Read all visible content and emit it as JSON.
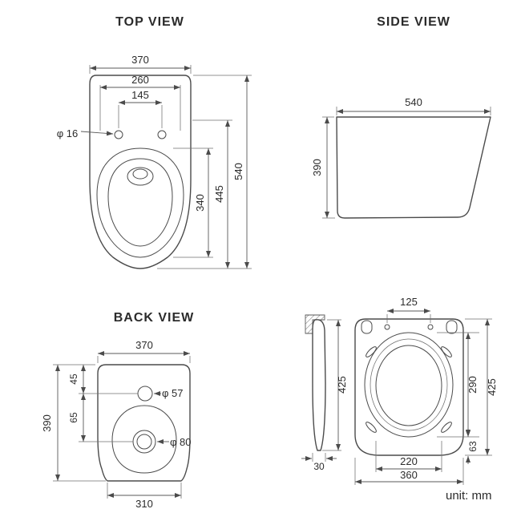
{
  "unit_label": "unit: mm",
  "palette": {
    "ink": "#4b4b4b",
    "background": "#ffffff"
  },
  "views": {
    "top": {
      "title": "TOP VIEW",
      "dims": {
        "overall_width": "370",
        "fixing_span": "260",
        "hinge_span": "145",
        "hinge_hole": "φ 16",
        "overall_depth": "540",
        "holes_to_front": "445",
        "seat_depth": "340"
      }
    },
    "side": {
      "title": "SIDE VIEW",
      "dims": {
        "depth": "540",
        "height": "390"
      }
    },
    "back": {
      "title": "BACK VIEW",
      "dims": {
        "overall_width": "370",
        "inlet_offset": "45",
        "outlet_offset": "65",
        "inlet_dia": "φ 57",
        "outlet_dia": "φ 80",
        "height": "390",
        "base_width": "310"
      }
    },
    "seat": {
      "dims": {
        "hinge_span": "125",
        "profile_height": "425",
        "profile_thickness": "30",
        "opening_depth": "290",
        "overall_depth": "425",
        "front_margin": "63",
        "opening_width": "220",
        "overall_width": "360"
      }
    }
  }
}
